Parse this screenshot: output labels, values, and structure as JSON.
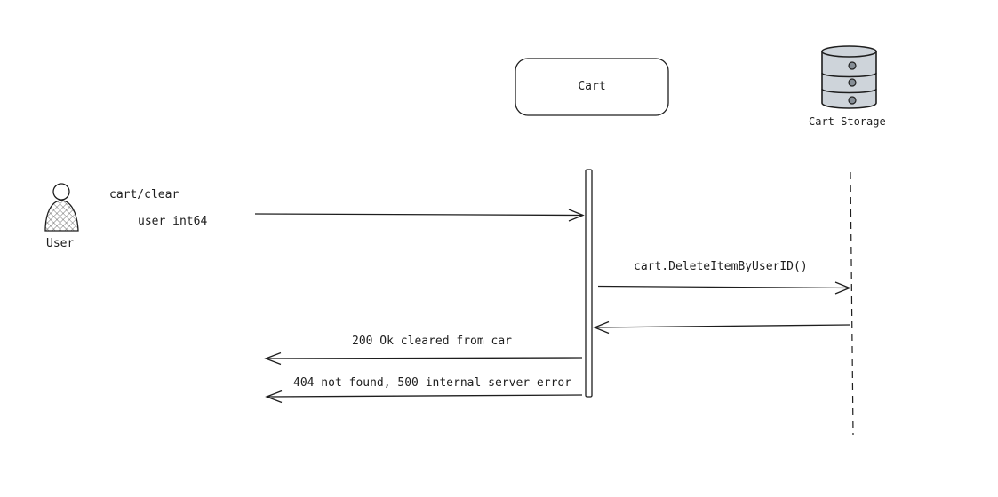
{
  "participants": {
    "user": {
      "label": "User"
    },
    "cart": {
      "label": "Cart"
    },
    "storage": {
      "label": "Cart Storage"
    }
  },
  "messages": {
    "request_path": "cart/clear",
    "request_param": "user int64",
    "storage_call": "cart.DeleteItemByUserID()",
    "response_ok": "200 Ok cleared from car",
    "response_error": "404 not found, 500 internal server error"
  },
  "icons": {
    "user": "person-icon",
    "storage": "database-icon"
  },
  "colors": {
    "stroke": "#1e1e1e",
    "db_fill": "#ced4da"
  }
}
